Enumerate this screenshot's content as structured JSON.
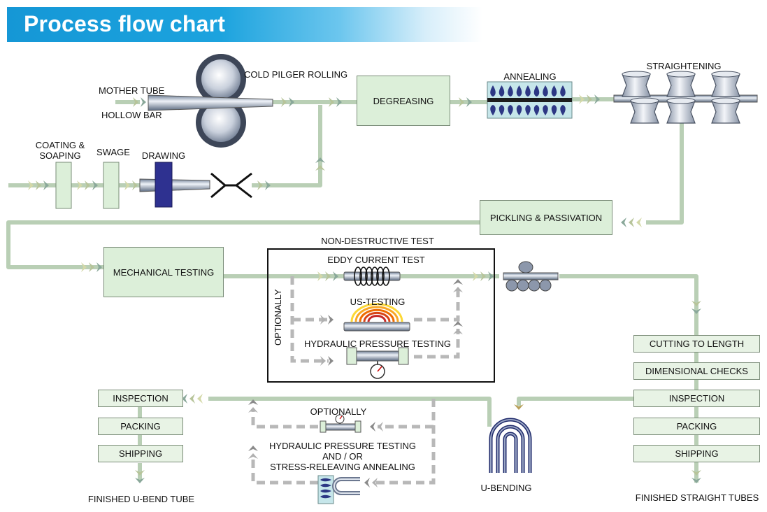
{
  "title": "Process flow chart",
  "labels": {
    "mother_tube": "MOTHER TUBE",
    "hollow_bar": "HOLLOW BAR",
    "cold_pilger": "COLD PILGER ROLLING",
    "annealing": "ANNEALING",
    "straightening": "STRAIGHTENING",
    "coating": "COATING &",
    "soaping": "SOAPING",
    "swage": "SWAGE",
    "drawing": "DRAWING",
    "ndt": "NON-DESTRUCTIVE TEST",
    "eddy": "EDDY CURRENT TEST",
    "us": "US-TESTING",
    "hydro": "HYDRAULIC PRESSURE TESTING",
    "optionally_vert": "OPTIONALLY",
    "optionally2": "OPTIONALLY",
    "hpt_line1": "HYDRAULIC PRESSURE TESTING",
    "hpt_line2": "AND / OR",
    "hpt_line3": "STRESS-RELEAVING ANNEALING",
    "ubending": "U-BENDING",
    "finished_ubend": "FINISHED U-BEND TUBE",
    "finished_straight": "FINISHED STRAIGHT TUBES"
  },
  "boxes": {
    "degreasing": "DEGREASING",
    "pickling": "PICKLING & PASSIVATION",
    "mechanical": "MECHANICAL TESTING",
    "cutting": "CUTTING TO LENGTH",
    "dimensional": "DIMENSIONAL CHECKS",
    "inspection_r": "INSPECTION",
    "packing_r": "PACKING",
    "shipping_r": "SHIPPING",
    "inspection_l": "INSPECTION",
    "packing_l": "PACKING",
    "shipping_l": "SHIPPING"
  },
  "colors": {
    "flow_line": "#b9cfb5",
    "dashed_line": "#b8b8b8",
    "box_fill": "#dcefd9",
    "title_blue": "#1597d6",
    "bender_dark": "#1f2a6b"
  }
}
